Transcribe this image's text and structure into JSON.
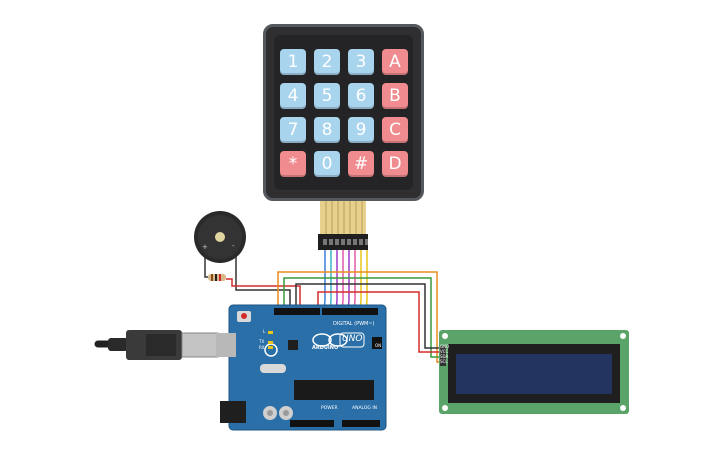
{
  "keypad": {
    "rows": [
      [
        {
          "label": "1",
          "kind": "num"
        },
        {
          "label": "2",
          "kind": "num"
        },
        {
          "label": "3",
          "kind": "num"
        },
        {
          "label": "A",
          "kind": "alpha"
        }
      ],
      [
        {
          "label": "4",
          "kind": "num"
        },
        {
          "label": "5",
          "kind": "num"
        },
        {
          "label": "6",
          "kind": "num"
        },
        {
          "label": "B",
          "kind": "alpha"
        }
      ],
      [
        {
          "label": "7",
          "kind": "num"
        },
        {
          "label": "8",
          "kind": "num"
        },
        {
          "label": "9",
          "kind": "num"
        },
        {
          "label": "C",
          "kind": "alpha"
        }
      ],
      [
        {
          "label": "*",
          "kind": "sym"
        },
        {
          "label": "0",
          "kind": "num"
        },
        {
          "label": "#",
          "kind": "sym"
        },
        {
          "label": "D",
          "kind": "alpha"
        }
      ]
    ]
  },
  "buzzer": {
    "plus": "+",
    "minus": "-"
  },
  "arduino": {
    "brand": "ARDUINO",
    "model": "UNO",
    "digital_label": "DIGITAL (PWM~)",
    "power_label": "POWER",
    "analog_label": "ANALOG IN",
    "l_label": "L",
    "tx_label": "TX",
    "rx_label": "RX",
    "on_label": "ON"
  },
  "lcd": {
    "pins": [
      "GND",
      "VCC",
      "SDA",
      "SCL"
    ]
  },
  "colors": {
    "board": "#2a6fa8",
    "lcd_board": "#5aa46a",
    "lcd_screen": "#22345f",
    "wire_red": "#d32b2b",
    "wire_black": "#333333",
    "wire_orange": "#e88b1e",
    "wire_green": "#3a9a3a",
    "wire_yellow": "#e8c61a",
    "wire_blue": "#3a7ed8",
    "wire_purple": "#9b3cc8",
    "wire_pink": "#e05aa8",
    "wire_cyan": "#38b6c8"
  }
}
